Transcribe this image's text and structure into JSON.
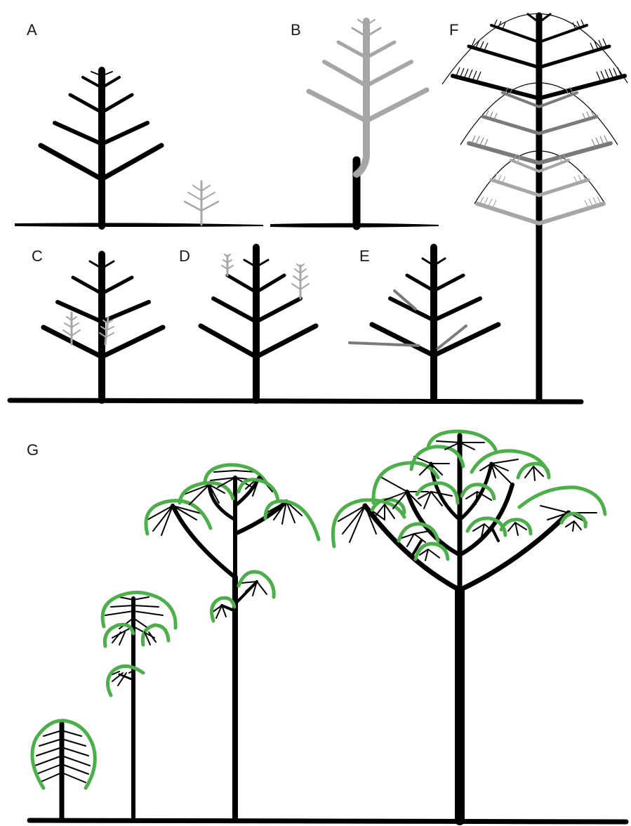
{
  "diagram": {
    "panels": [
      {
        "id": "A",
        "label": "A"
      },
      {
        "id": "B",
        "label": "B"
      },
      {
        "id": "C",
        "label": "C"
      },
      {
        "id": "D",
        "label": "D"
      },
      {
        "id": "E",
        "label": "E"
      },
      {
        "id": "F",
        "label": "F"
      },
      {
        "id": "G",
        "label": "G"
      }
    ],
    "colors": {
      "mature_axis": "#000000",
      "new_axis": "#a6a6a6",
      "intermediate_axis": "#7a7a7a",
      "foliage": "#4daf4a",
      "background": "#ffffff"
    }
  }
}
